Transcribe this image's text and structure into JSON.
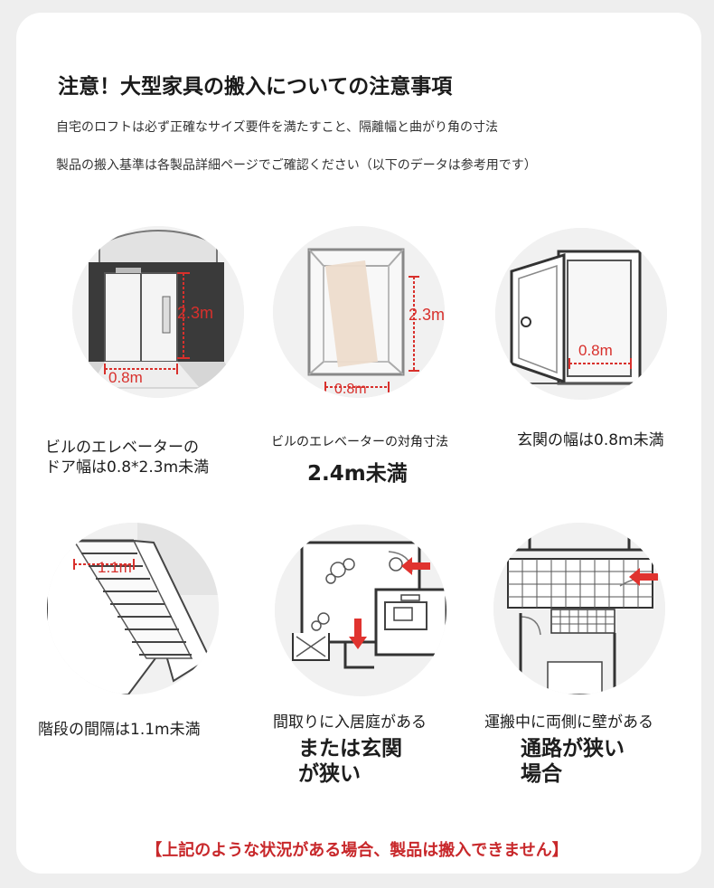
{
  "header": {
    "title": "注意！大型家具の搬入についての注意事項",
    "note_line1": "自宅のロフトは必ず正確なサイズ要件を満たすこと、隔離幅と曲がり角の寸法",
    "note_line2": "製品の搬入基準は各製品詳細ページでご確認ください（以下のデータは参考用です）"
  },
  "items": [
    {
      "icon": "elevator-door-icon",
      "height_label": "2.3m",
      "width_label": "0.8m",
      "caption_line1": "ビルのエレベーターの",
      "caption_line2": "ドア幅は0.8*2.3m未満"
    },
    {
      "icon": "elevator-diagonal-icon",
      "height_label": "2.3m",
      "width_label": "0.8m",
      "caption_line1": "ビルのエレベーターの対角寸法",
      "caption_line2": "2.4m未満"
    },
    {
      "icon": "entrance-door-icon",
      "width_label": "0.8m",
      "caption_line1": "玄関の幅は0.8m未満"
    },
    {
      "icon": "staircase-icon",
      "width_label": "1.1m",
      "caption_line1": "階段の間隔は1.1m未満"
    },
    {
      "icon": "courtyard-floorplan-icon",
      "caption_line1": "間取りに入居庭がある",
      "caption_line2": "または玄関",
      "caption_line3": "が狭い"
    },
    {
      "icon": "narrow-passage-icon",
      "caption_line1": "運搬中に両側に壁がある",
      "caption_line2": "通路が狭い",
      "caption_line3": "場合"
    }
  ],
  "footer": {
    "warning": "【上記のような状況がある場合、製品は搬入できません】"
  },
  "colors": {
    "accent_red": "#e0332f",
    "warning_red": "#c8282b",
    "dimension_red": "#d8302c"
  }
}
